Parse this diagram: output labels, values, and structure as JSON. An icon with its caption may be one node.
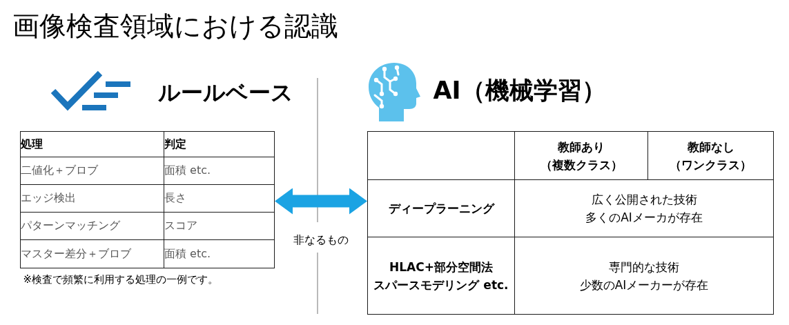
{
  "diagram": {
    "title": "画像検査領域における認識",
    "nodes": [
      {
        "text": [
          "ルールベース"
        ],
        "beside": [
          "※検査で頻繁に利用する処理の一例です。"
        ]
      },
      {
        "text": [
          "AI（機械学習）"
        ]
      }
    ],
    "edges": [
      {
        "from": 0,
        "to": 1,
        "arrow": "both",
        "label": "非なるもの"
      }
    ],
    "labels": [
      "処理",
      "判定",
      "二値化＋ブロブ",
      "面積 etc.",
      "エッジ検出",
      "長さ",
      "パターンマッチング",
      "スコア",
      "マスター差分＋ブロブ",
      "面積 etc.",
      "教師あり（複数クラス）",
      "教師なし（ワンクラス）",
      "ディープラーニング",
      "広く公開された技術",
      "多くのAIメーカが存在",
      "HLAC+部分空間法",
      "スパースモデリング etc.",
      "専門的な技術",
      "少数のAIメーカーが存在"
    ]
  }
}
